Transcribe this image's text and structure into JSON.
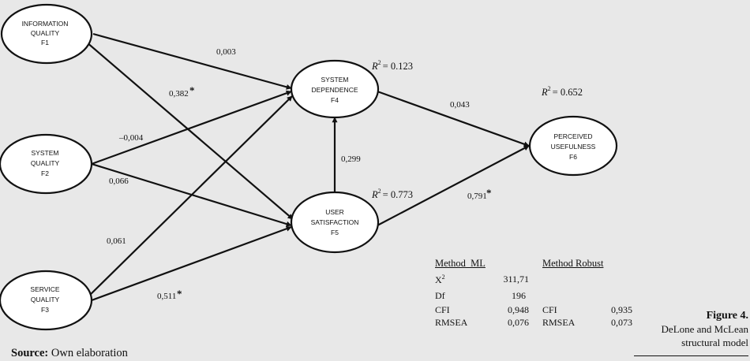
{
  "nodes": {
    "f1": [
      "INFORMATION",
      "QUALITY",
      "F1"
    ],
    "f2": [
      "SYSTEM",
      "QUALITY",
      "F2"
    ],
    "f3": [
      "SERVICE",
      "QUALITY",
      "F3"
    ],
    "f4": [
      "SYSTEM",
      "DEPENDENCE",
      "F4"
    ],
    "f5": [
      "USER",
      "SATISFACTION",
      "F5"
    ],
    "f6": [
      "PERCEIVED",
      "USEFULNESS",
      "F6"
    ]
  },
  "paths": {
    "f1_f4": "0,003",
    "f1_f5": "0,382",
    "f2_f4": "–0,004",
    "f2_f5": "0,066",
    "f3_f4": "0,061",
    "f3_f5": "0,511",
    "f5_f4": "0,299",
    "f4_f6": "0,043",
    "f5_f6": "0,791"
  },
  "significance_mark": "*",
  "r2": {
    "label": "R",
    "power": "2",
    "f4": "= 0.123",
    "f5": "= 0.773",
    "f6": "= 0.652"
  },
  "fit": {
    "header_ml": "Method  ML",
    "header_robust": "Method Robust",
    "rows": [
      {
        "label": "X",
        "sup": "2",
        "ml": "311,71",
        "robust_label": "",
        "robust": ""
      },
      {
        "label": "Df",
        "sup": "",
        "ml": "196",
        "robust_label": "",
        "robust": ""
      },
      {
        "label": "CFI",
        "sup": "",
        "ml": "0,948",
        "robust_label": "CFI",
        "robust": "0,935"
      },
      {
        "label": "RMSEA",
        "sup": "",
        "ml": "0,076",
        "robust_label": "RMSEA",
        "robust": "0,073"
      }
    ]
  },
  "caption": {
    "figure": "Figure 4.",
    "line1": "DeLone and McLean",
    "line2": "structural model"
  },
  "source": {
    "label": "Source:",
    "text": "Own elaboration"
  }
}
